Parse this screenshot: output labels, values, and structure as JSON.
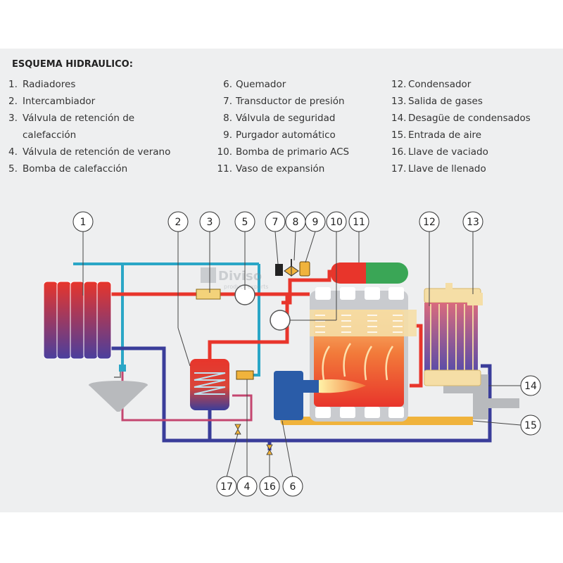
{
  "legend": {
    "title": "ESQUEMA HIDRAULICO:",
    "columns": [
      [
        {
          "num": "1.",
          "label": "Radiadores"
        },
        {
          "num": "2.",
          "label": "Intercambiador"
        },
        {
          "num": "3.",
          "label": "Válvula de retención de calefacción"
        },
        {
          "num": "4.",
          "label": "Válvula de retención de verano"
        },
        {
          "num": "5.",
          "label": "Bomba de calefacción"
        }
      ],
      [
        {
          "num": "6.",
          "label": "Quemador"
        },
        {
          "num": "7.",
          "label": "Transductor de presión"
        },
        {
          "num": "8.",
          "label": "Válvula de seguridad"
        },
        {
          "num": "9.",
          "label": "Purgador automático"
        },
        {
          "num": "10.",
          "label": "Bomba de primario ACS"
        },
        {
          "num": "11.",
          "label": "Vaso de expansión"
        }
      ],
      [
        {
          "num": "12.",
          "label": "Condensador"
        },
        {
          "num": "13.",
          "label": "Salida de gases"
        },
        {
          "num": "14.",
          "label": "Desagüe de condensados"
        },
        {
          "num": "15.",
          "label": "Entrada de aire"
        },
        {
          "num": "16.",
          "label": "Llave de vaciado"
        },
        {
          "num": "17.",
          "label": "Llave de llenado"
        }
      ]
    ]
  },
  "callouts": {
    "c1": "1",
    "c2": "2",
    "c3": "3",
    "c4": "4",
    "c5": "5",
    "c6": "6",
    "c7": "7",
    "c8": "8",
    "c9": "9",
    "c10": "10",
    "c11": "11",
    "c12": "12",
    "c13": "13",
    "c14": "14",
    "c15": "15",
    "c16": "16",
    "c17": "17"
  },
  "watermark": {
    "brand": "Diviso",
    "tagline": "product experts"
  },
  "colors": {
    "hot": "#e8352b",
    "return": "#3a3d9a",
    "cold": "#2aa6c6",
    "fill_line": "#c4466f",
    "air": "#f0b33c",
    "expansion_vessel": "#3aa656",
    "burner": "#2a5ca8",
    "background": "#eeeff0"
  }
}
